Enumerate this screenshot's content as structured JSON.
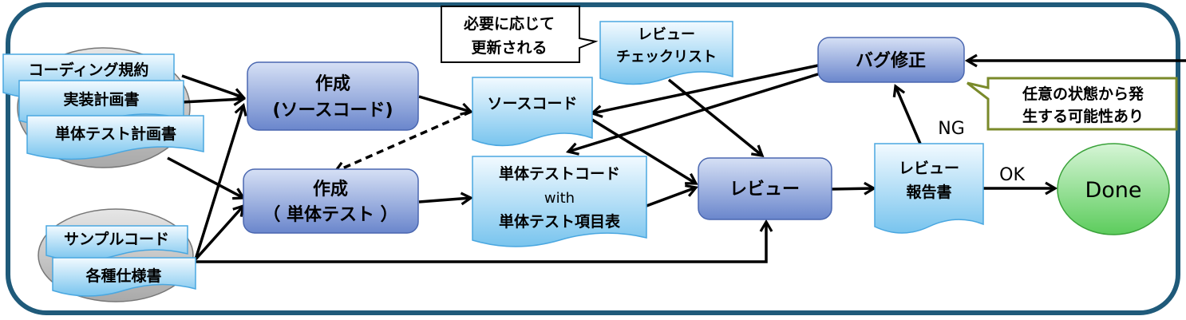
{
  "diagram": {
    "inputs_top": {
      "coding_rules": "コーディング規約",
      "impl_plan": "実装計画書",
      "unit_test_plan": "単体テスト計画書"
    },
    "inputs_bottom": {
      "sample_code": "サンプルコード",
      "specs": "各種仕様書"
    },
    "create_source": {
      "line1": "作成",
      "line2": "(ソースコード)"
    },
    "create_test": {
      "line1": "作成",
      "line2": "（ 単体テスト ）"
    },
    "callout_update": {
      "line1": "必要に応じて",
      "line2": "更新される"
    },
    "review_checklist": {
      "line1": "レビュー",
      "line2": "チェックリスト"
    },
    "source_code": "ソースコード",
    "unit_test_doc": {
      "line1": "単体テストコード",
      "line2": "with",
      "line3": "単体テスト項目表"
    },
    "review": "レビュー",
    "review_report": {
      "line1": "レビュー",
      "line2": "報告書"
    },
    "bug_fix": "バグ修正",
    "callout_bug": {
      "line1": "任意の状態から発",
      "line2": "生する可能性あり"
    },
    "ng_label": "NG",
    "ok_label": "OK",
    "done": "Done"
  },
  "colors": {
    "frame": "#1f5a7a",
    "process_fill_top": "#c5d3f0",
    "process_fill_bottom": "#6d89cf",
    "doc_fill_top": "#eef8ff",
    "doc_fill_bottom": "#7fc9f0",
    "callout_border_olive": "#7a8a2a",
    "done_fill": "#7ed67e"
  }
}
